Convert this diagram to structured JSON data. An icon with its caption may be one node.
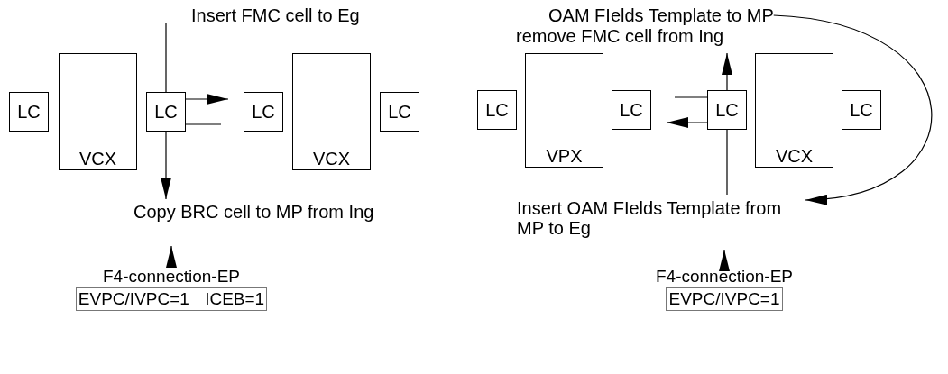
{
  "diagram": {
    "nodes": [
      {
        "text": [
          "LC"
        ]
      },
      {
        "text": [
          "VCX"
        ]
      },
      {
        "text": [
          "LC"
        ]
      },
      {
        "text": [
          "LC"
        ]
      },
      {
        "text": [
          "VCX"
        ]
      },
      {
        "text": [
          "LC"
        ]
      },
      {
        "text": [
          "Insert FMC cell to Eg"
        ]
      },
      {
        "text": [
          "Copy BRC cell to MP from Ing"
        ]
      },
      {
        "text": [
          "F4-connection-EP",
          "EVPC/IVPC=1 ICEB=1"
        ]
      },
      {
        "text": [
          "LC"
        ]
      },
      {
        "text": [
          "VPX"
        ]
      },
      {
        "text": [
          "LC"
        ]
      },
      {
        "text": [
          "LC"
        ]
      },
      {
        "text": [
          "VCX"
        ]
      },
      {
        "text": [
          "LC"
        ]
      },
      {
        "text": [
          "OAM FIelds Template to MP"
        ]
      },
      {
        "text": [
          "remove FMC cell from Ing"
        ]
      },
      {
        "text": [
          "Insert OAM FIelds Template from MP to Eg"
        ]
      },
      {
        "text": [
          "F4-connection-EP",
          "EVPC/IVPC=1"
        ]
      }
    ],
    "edges": [
      {
        "from": null,
        "to": 2,
        "arrow": "none"
      },
      {
        "from": 2,
        "to": 3,
        "arrow": "to"
      },
      {
        "from": null,
        "to": 2,
        "arrow": "none"
      },
      {
        "from": 2,
        "to": 7,
        "arrow": "to"
      },
      {
        "from": 8,
        "to": 7,
        "arrow": "to"
      },
      {
        "from": null,
        "to": 12,
        "arrow": "none"
      },
      {
        "from": 12,
        "to": 16,
        "arrow": "to"
      },
      {
        "from": 17,
        "to": 12,
        "arrow": "none"
      },
      {
        "from": 12,
        "to": 11,
        "arrow": "to"
      },
      {
        "from": 15,
        "to": 17,
        "arrow": "to"
      },
      {
        "from": 18,
        "to": 17,
        "arrow": "to"
      }
    ]
  }
}
